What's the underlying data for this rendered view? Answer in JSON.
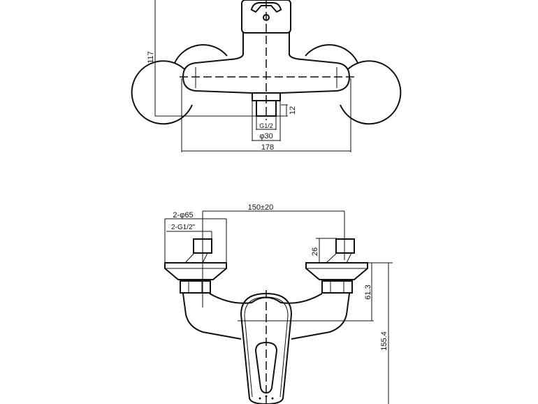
{
  "top_view": {
    "height_dim": "117",
    "outlet_depth_dim": "12",
    "outlet_thread": "G1/2",
    "outlet_diameter": "φ30",
    "width_dim": "178"
  },
  "front_view": {
    "center_distance": "150±20",
    "flange_diameter": "2-φ65",
    "inlet_thread": "2-G1/2\"",
    "nut_height": "26",
    "spout_offset": "61.3",
    "total_height": "155.4"
  }
}
